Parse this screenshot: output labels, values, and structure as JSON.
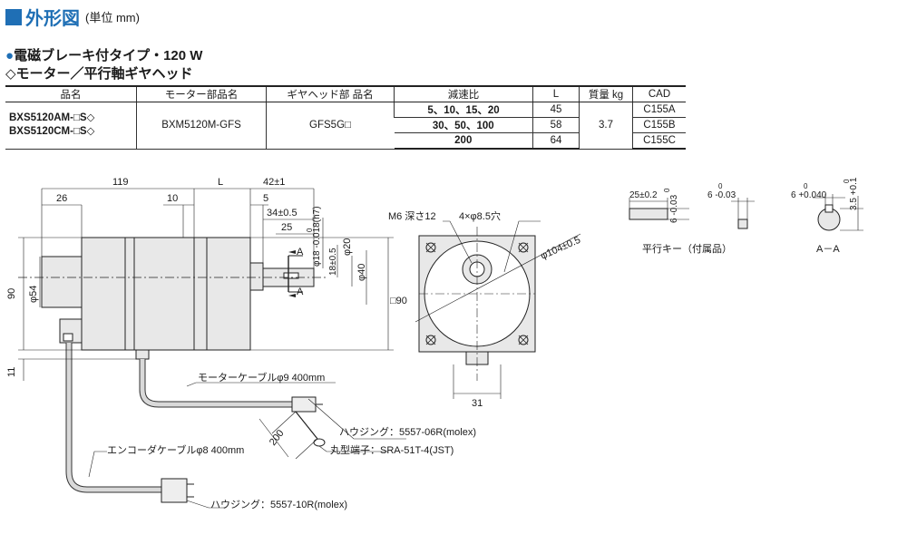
{
  "header": {
    "title": "外形図",
    "unit": "(単位 mm)"
  },
  "subtitle": {
    "line1": "電磁ブレーキ付タイプ・120 W",
    "line2": "◇モーター／平行軸ギヤヘッド",
    "bullet": "●"
  },
  "table": {
    "headers": [
      "品名",
      "モーター部品名",
      "ギヤヘッド部 品名",
      "減速比",
      "L",
      "質量 kg",
      "CAD"
    ],
    "product_1": "BXS5120AM-□S◇",
    "product_2": "BXS5120CM-□S◇",
    "motor_part": "BXM5120M-GFS",
    "gear_part": "GFS5G□",
    "mass": "3.7",
    "rows": [
      {
        "ratio": "5、10、15、20",
        "L": "45",
        "cad": "C155A"
      },
      {
        "ratio": "30、50、100",
        "L": "58",
        "cad": "C155B"
      },
      {
        "ratio": "200",
        "L": "64",
        "cad": "C155C"
      }
    ]
  },
  "dims": {
    "d119": "119",
    "dL": "L",
    "d42": "42±1",
    "d26": "26",
    "d10": "10",
    "d5": "5",
    "d34": "34±0.5",
    "d25": "25",
    "d18h7": "φ18 -0.018(h7)",
    "d18h7_zero": "0",
    "d18": "18±0.5",
    "d20": "φ20",
    "d40": "φ40",
    "d54": "φ54",
    "d90_left": "90",
    "d90_sq": "□90",
    "d11": "11",
    "dA": "A",
    "m6": "M6 深さ12",
    "holes": "4×φ8.5穴",
    "pcd": "φ104±0.5",
    "d31": "31",
    "key_25": "25±0.2",
    "key_6a": "6 -0.03",
    "key_6a_zero": "0",
    "key_6b": "6 -0.03",
    "key_6b_zero": "0",
    "key_label": "平行キー（付属品）",
    "aa_6": "6 +0.040",
    "aa_6_zero": "0",
    "aa_35": "3.5 +0.1",
    "aa_35_zero": "0",
    "aa_label": "A－A",
    "motor_cable": "モーターケーブルφ9 400mm",
    "encoder_cable": "エンコーダケーブルφ8 400mm",
    "housing1": "ハウジング：5557-06R(molex)",
    "terminal": "丸型端子：SRA-51T-4(JST)",
    "housing2": "ハウジング：5557-10R(molex)",
    "d200": "200"
  }
}
